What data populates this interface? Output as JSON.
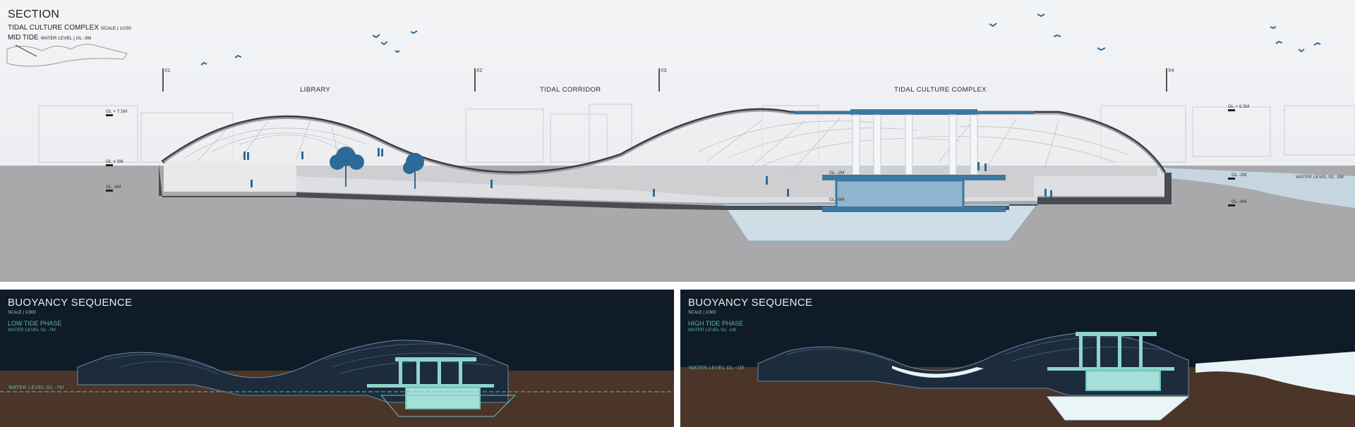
{
  "section": {
    "title": "SECTION",
    "subtitle": "TIDAL CULTURE COMPLEX",
    "scale": "SCALE | 1/150",
    "tide": "MID TIDE",
    "water_level": "WATER LEVEL | GL -3M",
    "zones": [
      "LIBRARY",
      "TIDAL CORRIDOR",
      "TIDAL CULTURE COMPLEX"
    ],
    "markers": [
      "X1",
      "X2",
      "X3",
      "X4"
    ],
    "levels_left": [
      "GL + 7.5M",
      "GL ± 0M",
      "GL -4M"
    ],
    "levels_center": [
      "GL -2M",
      "GL -6M"
    ],
    "levels_right": [
      "GL + 6.5M",
      "GL -2M",
      "GL -6M"
    ],
    "water_level_right": "WATER LEVEL GL -3M"
  },
  "low": {
    "title": "BUOYANCY SEQUENCE",
    "scale": "SCALE | 1/300",
    "phase": "LOW TIDE PHASE",
    "water_level": "WATER LEVEL GL -7M",
    "wl_line": "WATER LEVEL GL -7M"
  },
  "high": {
    "title": "BUOYANCY SEQUENCE",
    "scale": "SCALE | 1/300",
    "phase": "HIGH TIDE PHASE",
    "water_level": "WATER LEVEL GL -1M",
    "wl_line": "WATER LEVEL GL -1M"
  },
  "colors": {
    "accent_blue": "#3c78a0",
    "ground_gray": "#a9a9ab",
    "dark_bg": "#0f1b27",
    "phase_teal": "#5fb6b1",
    "soil_brown": "#4a3528"
  }
}
